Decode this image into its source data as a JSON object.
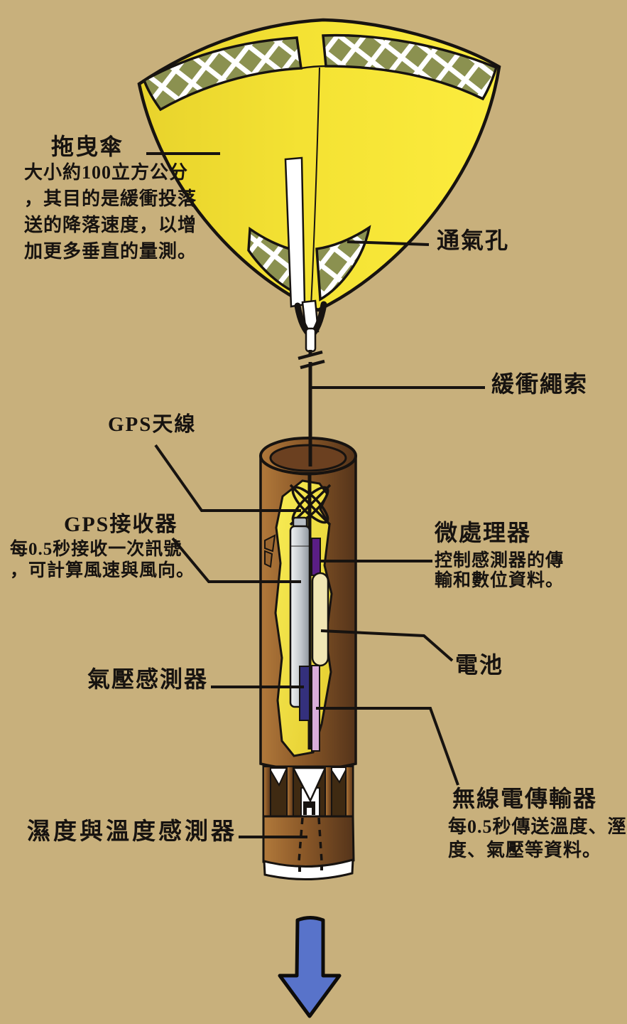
{
  "colors": {
    "bg": "#C8B07C",
    "ink": "#171310",
    "canopyDark": "#E8D32C",
    "canopyYellow": "#F4E233",
    "canopyLight": "#FCEC3E",
    "meshOlive": "#8B9150",
    "tubeLight": "#B1793B",
    "tubeMid": "#8A5828",
    "tubeDark": "#55341A",
    "tubeInterior": "#3F2A12",
    "rimHole": "#6B4020",
    "cutLight": "#F8EC55",
    "cutDark": "#E4CC2E",
    "grayLight": "#F0F2F3",
    "grayMid": "#C2C7CC",
    "grayDark": "#8F969E",
    "microPurple": "#5A1E85",
    "batteryCream": "#F1E6B4",
    "pressureNavy": "#34307C",
    "radioPink": "#D9ADDA",
    "arrowBlue": "#5873CA"
  },
  "labels": {
    "parachute": {
      "title": "拖曳傘",
      "desc_lines": [
        "大小約100立方公分",
        "，其目的是緩衝投落",
        "送的降落速度，以增",
        "加更多垂直的量測。"
      ]
    },
    "vent": {
      "title": "通氣孔"
    },
    "rope": {
      "title": "緩衝繩索"
    },
    "gps_antenna": {
      "title": "GPS天線"
    },
    "gps_receiver": {
      "title": "GPS接收器",
      "desc_lines": [
        "每0.5秒接收一次訊號",
        "，可計算風速與風向。"
      ]
    },
    "microprocessor": {
      "title": "微處理器",
      "desc_lines": [
        "控制感測器的傳",
        "輸和數位資料。"
      ]
    },
    "battery": {
      "title": "電池"
    },
    "pressure_sensor": {
      "title": "氣壓感測器"
    },
    "radio_transmitter": {
      "title": "無線電傳輸器",
      "desc_lines": [
        "每0.5秒傳送溫度、溼",
        "度、氣壓等資料。"
      ]
    },
    "humidity_temp_sensor": {
      "title": "濕度與溫度感測器"
    }
  }
}
